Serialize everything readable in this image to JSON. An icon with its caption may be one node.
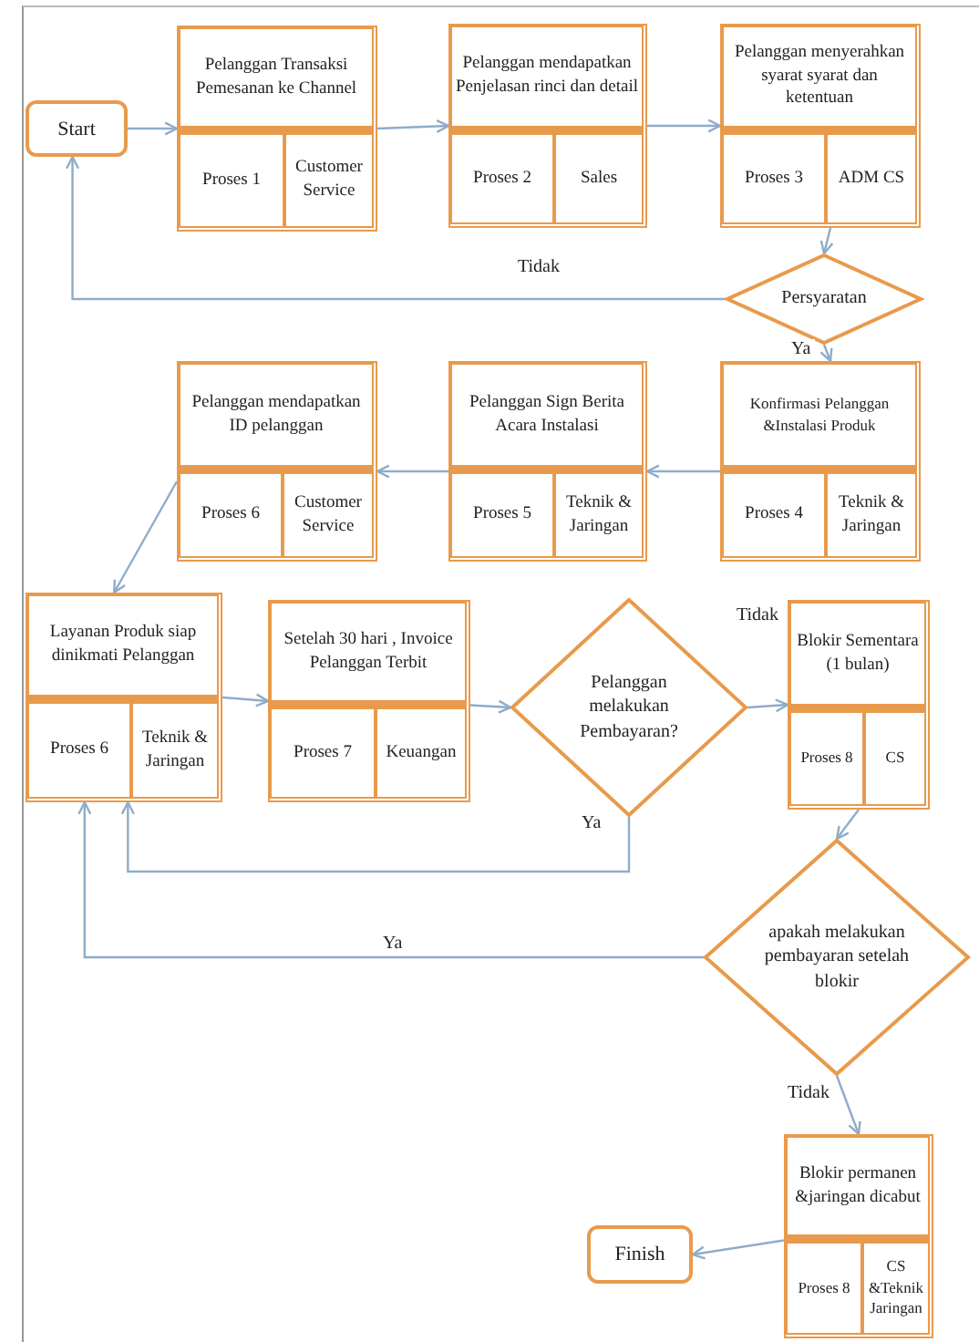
{
  "diagram": {
    "nodes": [
      {
        "text": [
          "Start"
        ]
      },
      {
        "text": [],
        "shape": "box"
      },
      {
        "text": [
          "Pelanggan Transaksi Pemesanan ke Channel"
        ],
        "in": 1
      },
      {
        "text": [
          "Proses 1"
        ],
        "in": 1
      },
      {
        "text": [
          "Customer Service"
        ],
        "in": 1
      },
      {
        "text": [],
        "shape": "box"
      },
      {
        "text": [
          "Pelanggan mendapatkan Penjelasan rinci dan detail"
        ],
        "in": 5
      },
      {
        "text": [
          "Proses 2"
        ],
        "in": 5
      },
      {
        "text": [
          "Sales"
        ],
        "in": 5
      },
      {
        "text": [],
        "shape": "box"
      },
      {
        "text": [
          "Pelanggan menyerahkan syarat syarat dan ketentuan"
        ],
        "in": 9
      },
      {
        "text": [
          "Proses 3"
        ],
        "in": 9
      },
      {
        "text": [
          "ADM CS"
        ],
        "in": 9
      },
      {
        "text": [
          "Persyaratan"
        ]
      },
      {
        "text": [],
        "shape": "box"
      },
      {
        "text": [
          "Konfirmasi Pelanggan &Instalasi Produk"
        ],
        "in": 14
      },
      {
        "text": [
          "Proses 4"
        ],
        "in": 14
      },
      {
        "text": [
          "Teknik & Jaringan"
        ],
        "in": 14
      },
      {
        "text": [],
        "shape": "box"
      },
      {
        "text": [
          "Pelanggan Sign Berita Acara Instalasi"
        ],
        "in": 18
      },
      {
        "text": [
          "Proses 5"
        ],
        "in": 18
      },
      {
        "text": [
          "Teknik & Jaringan"
        ],
        "in": 18
      },
      {
        "text": [],
        "shape": "box"
      },
      {
        "text": [
          "Pelanggan mendapatkan ID pelanggan"
        ],
        "in": 22
      },
      {
        "text": [
          "Proses 6"
        ],
        "in": 22
      },
      {
        "text": [
          "Customer Service"
        ],
        "in": 22
      },
      {
        "text": [],
        "shape": "box"
      },
      {
        "text": [
          "Layanan Produk siap dinikmati Pelanggan"
        ],
        "in": 26
      },
      {
        "text": [
          "Proses 6"
        ],
        "in": 26
      },
      {
        "text": [
          "Teknik & Jaringan"
        ],
        "in": 26
      },
      {
        "text": [],
        "shape": "box"
      },
      {
        "text": [
          "Setelah 30 hari , Invoice Pelanggan Terbit"
        ],
        "in": 30
      },
      {
        "text": [
          "Proses 7"
        ],
        "in": 30
      },
      {
        "text": [
          "Keuangan"
        ],
        "in": 30
      },
      {
        "text": [
          "Pelanggan melakukan Pembayaran?"
        ]
      },
      {
        "text": [],
        "shape": "box"
      },
      {
        "text": [
          "Blokir Sementara (1 bulan)"
        ],
        "in": 35
      },
      {
        "text": [
          "Proses 8"
        ],
        "in": 35
      },
      {
        "text": [
          "CS"
        ],
        "in": 35
      },
      {
        "text": [
          "apakah melakukan pembayaran setelah blokir"
        ]
      },
      {
        "text": [],
        "shape": "box"
      },
      {
        "text": [
          "Blokir permanen &jaringan dicabut"
        ],
        "in": 40
      },
      {
        "text": [
          "Proses 8"
        ],
        "in": 40
      },
      {
        "text": [
          "CS &Teknik Jaringan"
        ],
        "in": 40
      },
      {
        "text": [
          "Finish"
        ]
      }
    ],
    "edges": [
      {
        "from": 0,
        "to": 1,
        "arrow": "to"
      },
      {
        "from": 1,
        "to": 5,
        "arrow": "to"
      },
      {
        "from": 5,
        "to": 9,
        "arrow": "to"
      },
      {
        "from": 9,
        "to": 13,
        "arrow": "to"
      },
      {
        "from": 13,
        "to": 0,
        "arrow": "to",
        "label": "Tidak"
      },
      {
        "from": 13,
        "to": 14,
        "arrow": "to",
        "label": "Ya"
      },
      {
        "from": 14,
        "to": 18,
        "arrow": "to"
      },
      {
        "from": 18,
        "to": 22,
        "arrow": "to"
      },
      {
        "from": 22,
        "to": 26,
        "arrow": "to"
      },
      {
        "from": 26,
        "to": 30,
        "arrow": "to"
      },
      {
        "from": 30,
        "to": 34,
        "arrow": "to"
      },
      {
        "from": 34,
        "to": 35,
        "arrow": "to",
        "label": "Tidak"
      },
      {
        "from": 34,
        "to": 26,
        "arrow": "to",
        "label": "Ya"
      },
      {
        "from": 35,
        "to": 39,
        "arrow": "to"
      },
      {
        "from": 39,
        "to": 26,
        "arrow": "to",
        "label": "Ya"
      },
      {
        "from": 39,
        "to": 40,
        "arrow": "to",
        "label": "Tidak"
      },
      {
        "from": 40,
        "to": 44,
        "arrow": "to"
      }
    ]
  }
}
